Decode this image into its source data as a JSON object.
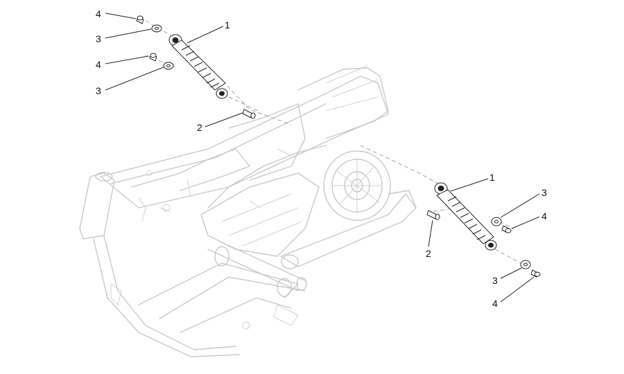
{
  "callouts": [
    {
      "id": "c1a",
      "text": "4"
    },
    {
      "id": "c1b",
      "text": "3"
    },
    {
      "id": "c1c",
      "text": "4"
    },
    {
      "id": "c1d",
      "text": "3"
    },
    {
      "id": "c1e",
      "text": "1"
    },
    {
      "id": "c1f",
      "text": "2"
    },
    {
      "id": "c2a",
      "text": "1"
    },
    {
      "id": "c2b",
      "text": "3"
    },
    {
      "id": "c2c",
      "text": "4"
    },
    {
      "id": "c2d",
      "text": "2"
    },
    {
      "id": "c2e",
      "text": "3"
    },
    {
      "id": "c2f",
      "text": "4"
    }
  ],
  "colors": {
    "frame": "#c9c9c9",
    "part_dark": "#222222",
    "spring": "#3a3a3a"
  },
  "icons": [
    "shock-absorber-icon",
    "washer-icon",
    "bolt-icon",
    "pin-icon"
  ]
}
